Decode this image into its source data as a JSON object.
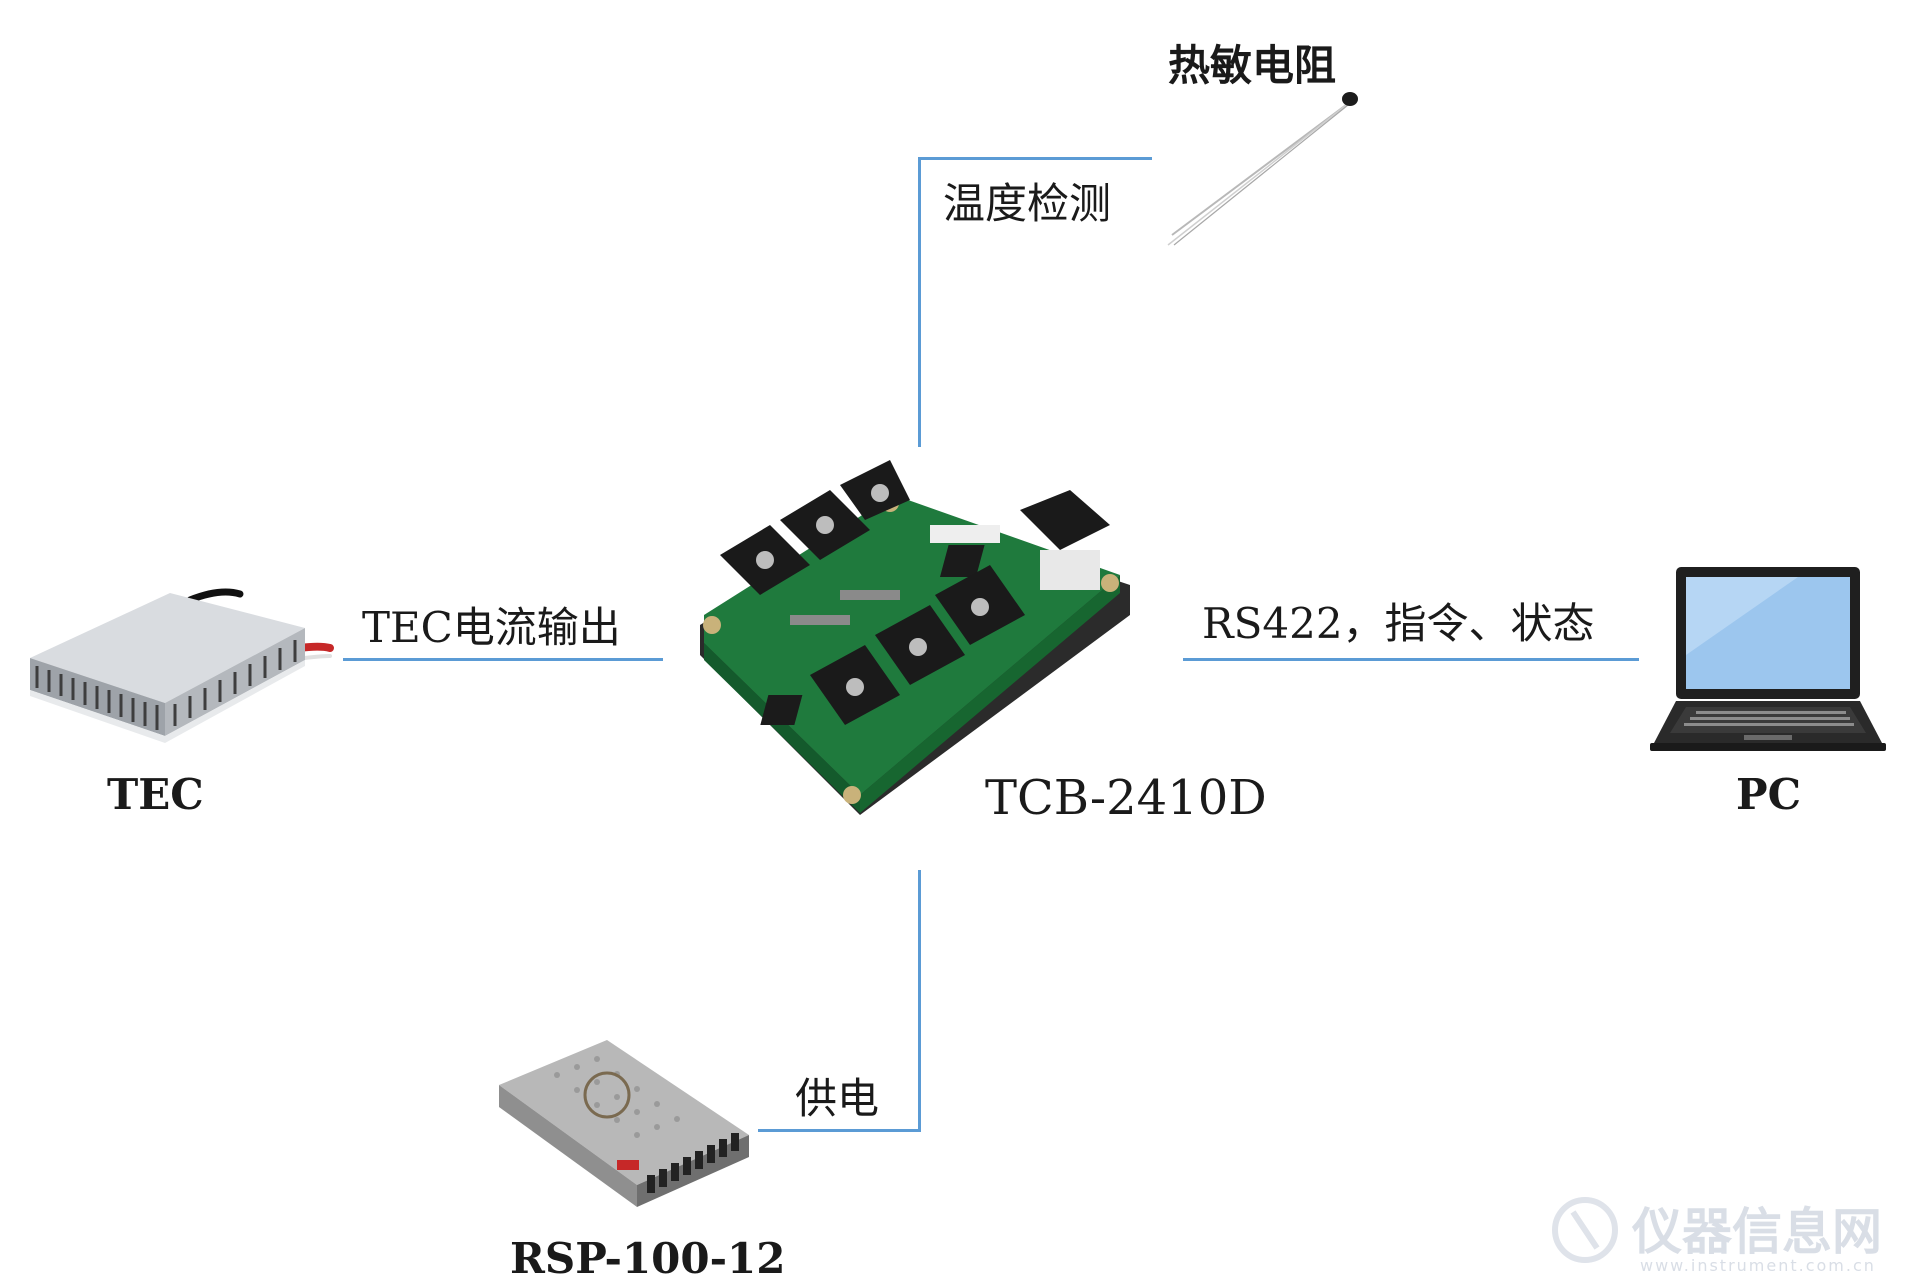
{
  "nodes": {
    "thermistor": {
      "label": "热敏电阻",
      "icon": "thermistor-icon"
    },
    "tec": {
      "label": "TEC",
      "icon": "tec-module-icon"
    },
    "controller": {
      "label": "TCB-2410D",
      "icon": "controller-board-icon"
    },
    "pc": {
      "label": "PC",
      "icon": "laptop-icon"
    },
    "psu": {
      "label": "RSP-100-12",
      "icon": "power-supply-icon"
    }
  },
  "connections": {
    "temperature": "温度检测",
    "tec_current": "TEC电流输出",
    "serial": "RS422，指令、状态",
    "power": "供电"
  },
  "watermark": {
    "text": "仪器信息网",
    "subtext": "www.instrument.com.cn"
  },
  "colors": {
    "connector": "#5b9bd5",
    "board": "#1f7a3d",
    "text": "#1a1a1a"
  }
}
